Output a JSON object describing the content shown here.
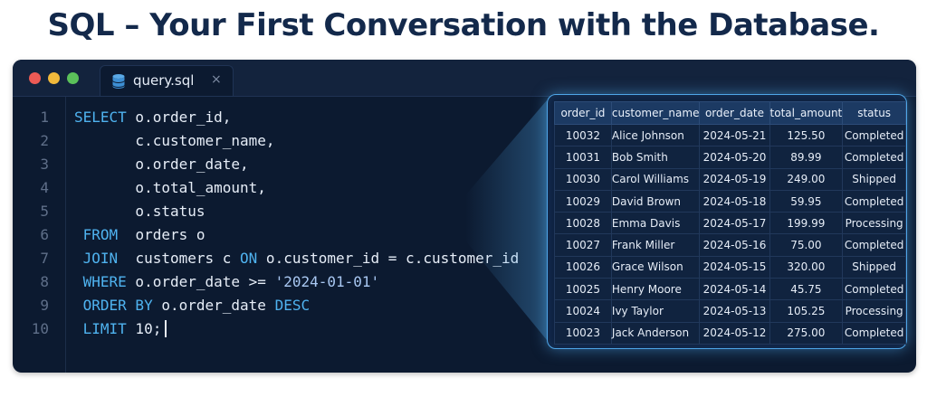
{
  "page": {
    "title": "SQL – Your First Conversation with the Database."
  },
  "editor": {
    "tab_label": "query.sql",
    "tab_close": "×",
    "tab_icon": "database-icon",
    "colors": {
      "background": "#0c1a30",
      "keyword": "#4fb3f0",
      "text": "#e6edf7",
      "line_number": "#5f6f89",
      "accent_glow": "#4fa6e8"
    },
    "line_numbers": [
      "1",
      "2",
      "3",
      "4",
      "5",
      "6",
      "7",
      "8",
      "9",
      "10"
    ],
    "lines": [
      {
        "kw": "SELECT",
        "rest": " o.order_id,"
      },
      {
        "kw": "",
        "rest": "       c.customer_name,"
      },
      {
        "kw": "",
        "rest": "       o.order_date,"
      },
      {
        "kw": "",
        "rest": "       o.total_amount,"
      },
      {
        "kw": "",
        "rest": "       o.status"
      },
      {
        "kw": " FROM",
        "rest": "  orders o"
      },
      {
        "kw": " JOIN",
        "rest": "  customers c ",
        "kw2": "ON",
        "rest2": " o.customer_id = c.customer_id"
      },
      {
        "kw": " WHERE",
        "rest": " o.order_date >= ",
        "str": "'2024-01-01'"
      },
      {
        "kw": " ORDER BY",
        "rest": " o.order_date ",
        "kw2": "DESC",
        "rest2": ""
      },
      {
        "kw": " LIMIT",
        "rest": " 10;"
      }
    ]
  },
  "results": {
    "columns": [
      "order_id",
      "customer_name",
      "order_date",
      "total_amount",
      "status"
    ],
    "rows": [
      [
        "10032",
        "Alice Johnson",
        "2024-05-21",
        "125.50",
        "Completed"
      ],
      [
        "10031",
        "Bob Smith",
        "2024-05-20",
        "89.99",
        "Completed"
      ],
      [
        "10030",
        "Carol Williams",
        "2024-05-19",
        "249.00",
        "Shipped"
      ],
      [
        "10029",
        "David Brown",
        "2024-05-18",
        "59.95",
        "Completed"
      ],
      [
        "10028",
        "Emma Davis",
        "2024-05-17",
        "199.99",
        "Processing"
      ],
      [
        "10027",
        "Frank Miller",
        "2024-05-16",
        "75.00",
        "Completed"
      ],
      [
        "10026",
        "Grace Wilson",
        "2024-05-15",
        "320.00",
        "Shipped"
      ],
      [
        "10025",
        "Henry Moore",
        "2024-05-14",
        "45.75",
        "Completed"
      ],
      [
        "10024",
        "Ivy Taylor",
        "2024-05-13",
        "105.25",
        "Processing"
      ],
      [
        "10023",
        "Jack Anderson",
        "2024-05-12",
        "275.00",
        "Completed"
      ]
    ]
  }
}
